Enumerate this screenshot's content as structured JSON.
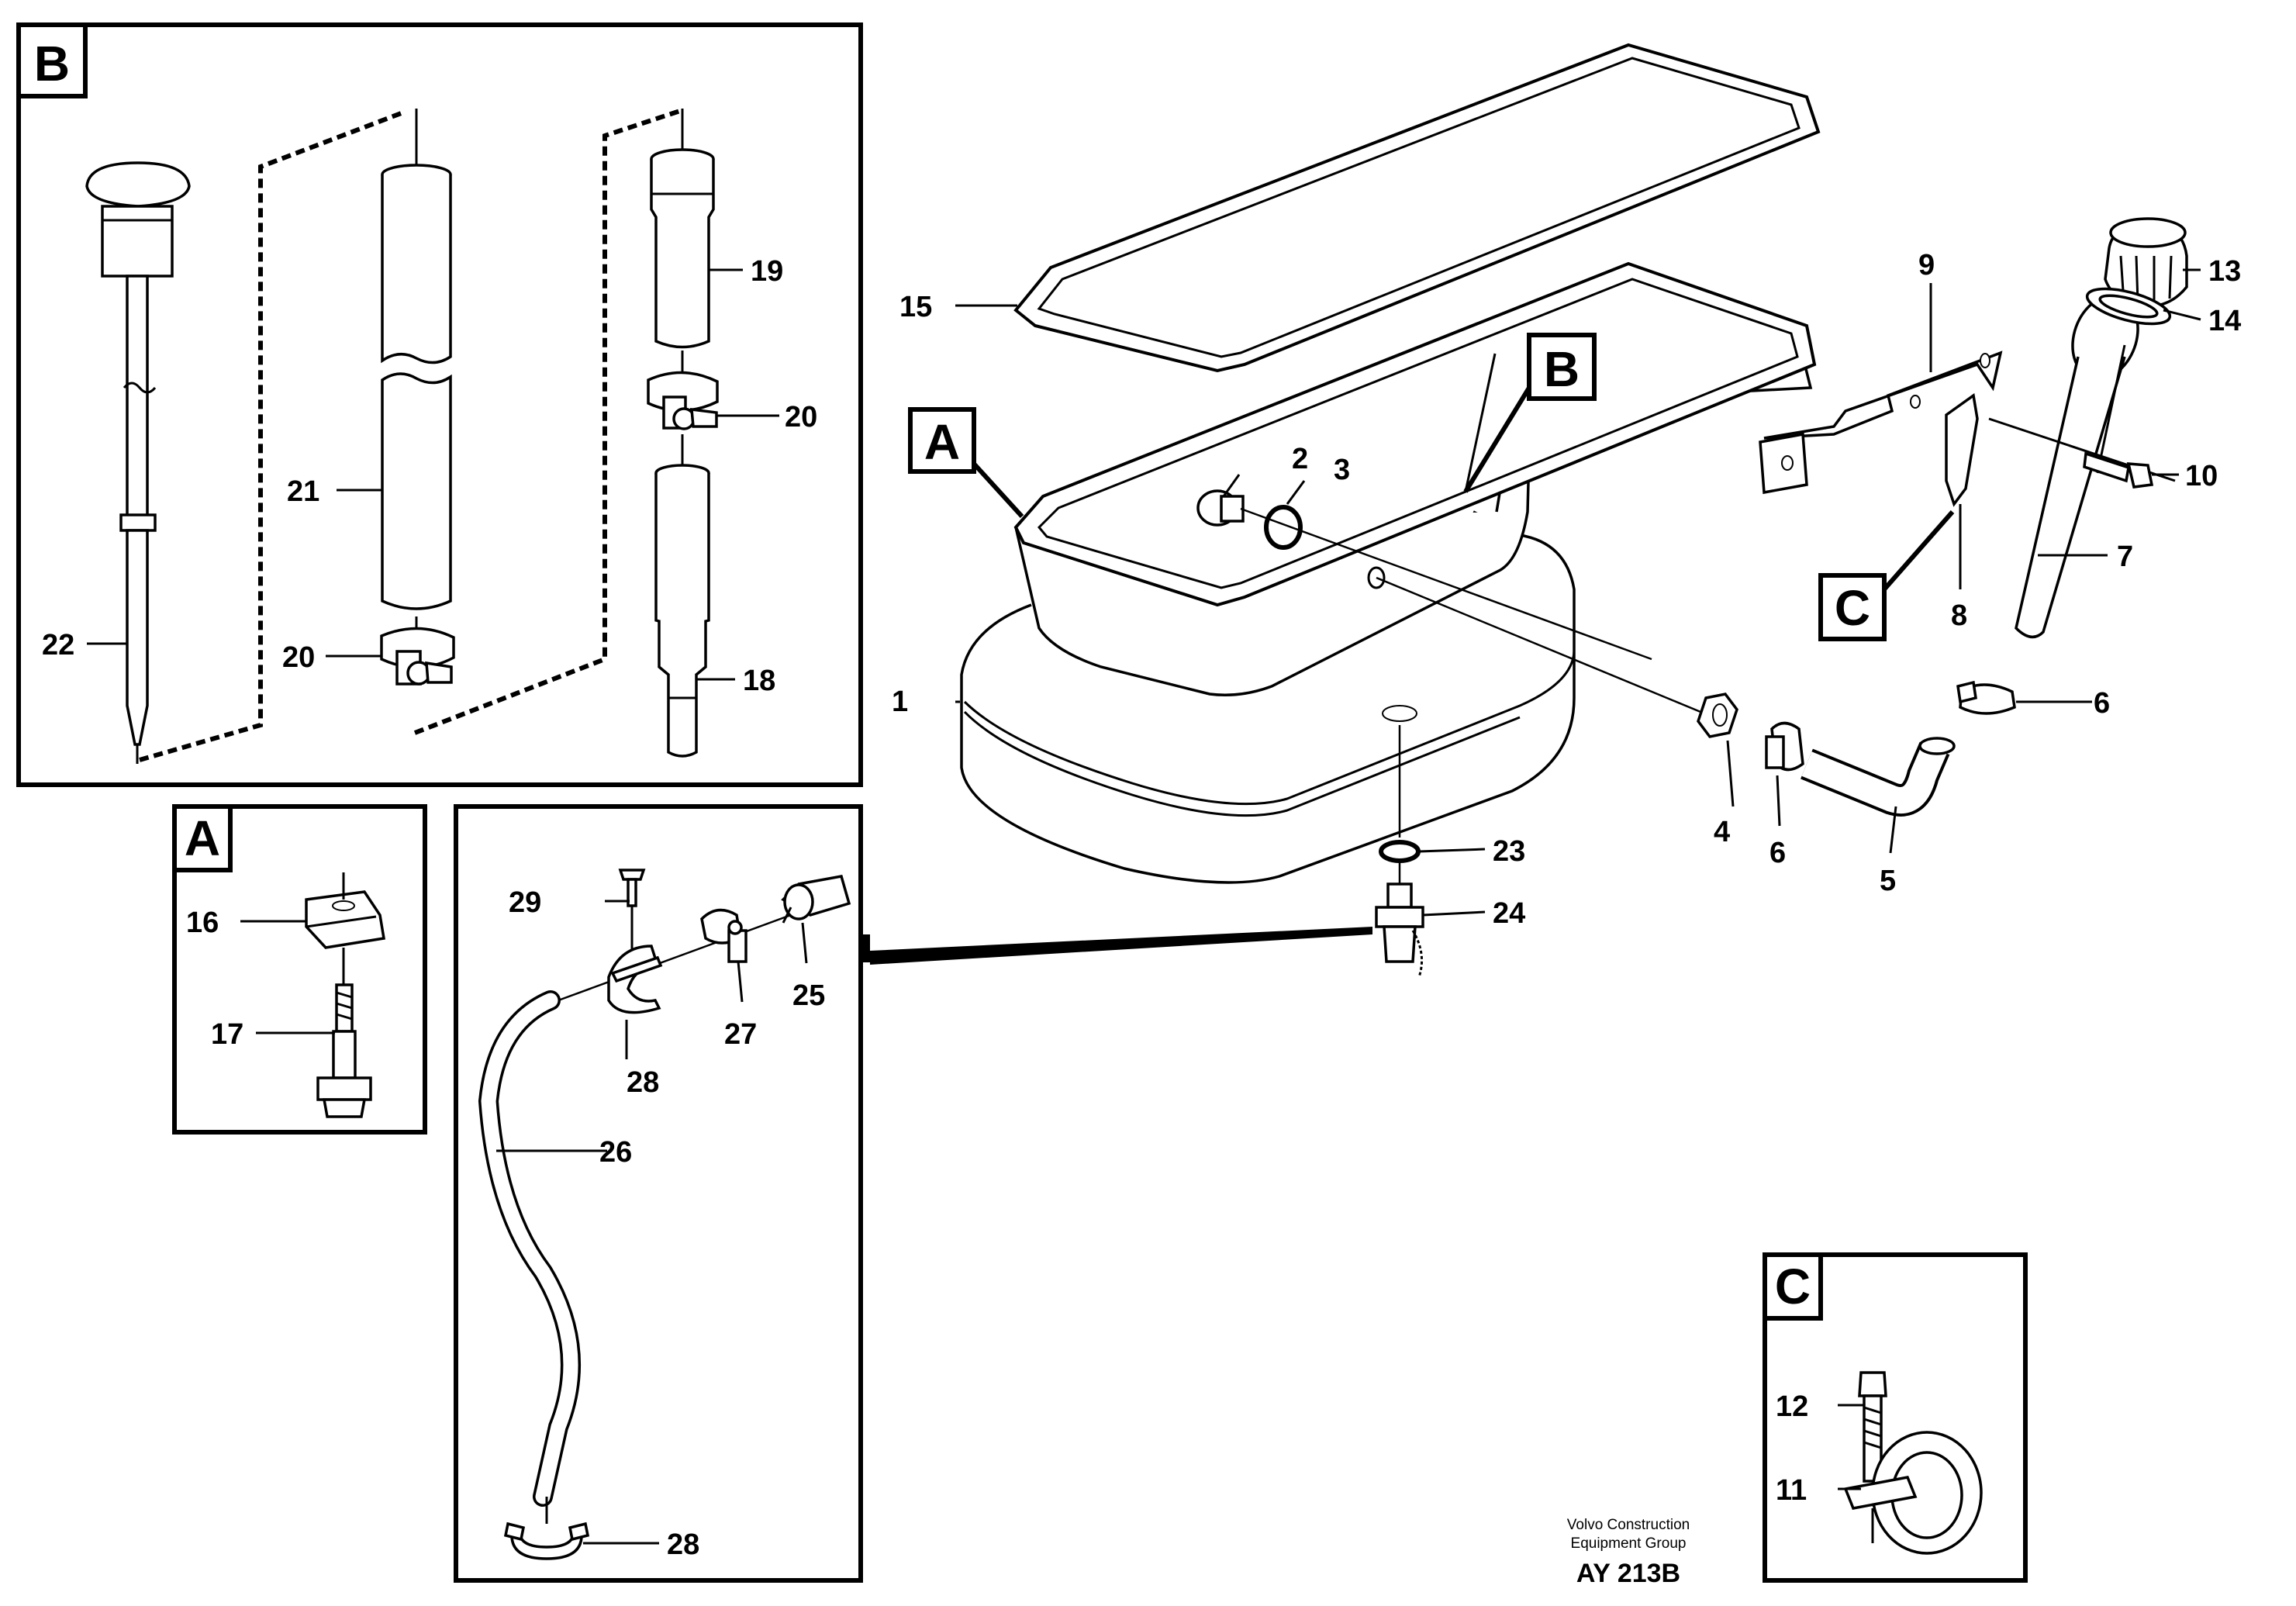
{
  "views": {
    "B": {
      "label": "B"
    },
    "A": {
      "label": "A"
    },
    "C": {
      "label": "C"
    }
  },
  "callouts": {
    "main_A": "A",
    "main_B": "B",
    "main_C": "C"
  },
  "parts": {
    "p1": "1",
    "p2": "2",
    "p3": "3",
    "p4": "4",
    "p5": "5",
    "p6a": "6",
    "p6b": "6",
    "p7": "7",
    "p8": "8",
    "p9": "9",
    "p10": "10",
    "p11": "11",
    "p12": "12",
    "p13": "13",
    "p14": "14",
    "p15": "15",
    "p16": "16",
    "p17": "17",
    "p18": "18",
    "p19": "19",
    "p20a": "20",
    "p20b": "20",
    "p21": "21",
    "p22": "22",
    "p23": "23",
    "p24": "24",
    "p25": "25",
    "p26": "26",
    "p27": "27",
    "p28a": "28",
    "p28b": "28",
    "p29": "29"
  },
  "footer": {
    "company_line1": "Volvo Construction",
    "company_line2": "Equipment Group",
    "drawing_code": "AY 213B"
  }
}
